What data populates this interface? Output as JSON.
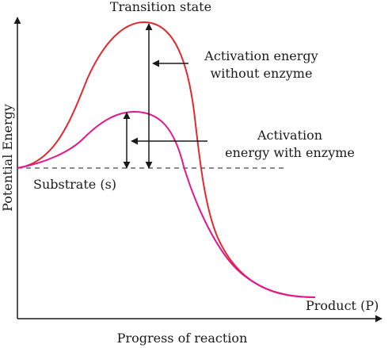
{
  "labels": {
    "transition_state": "Transition state",
    "activation_without_line1": "Activation energy",
    "activation_without_line2": "without enzyme",
    "activation_with_line1": "Activation",
    "activation_with_line2": "energy with enzyme",
    "substrate": "Substrate (s)",
    "product": "Product (P)",
    "y_axis": "Potential Energy",
    "x_axis": "Progress of reaction"
  },
  "colors": {
    "curve_without_enzyme": "#e02a2e",
    "curve_with_enzyme": "#e0188f",
    "axes": "#1a1a1a"
  }
}
